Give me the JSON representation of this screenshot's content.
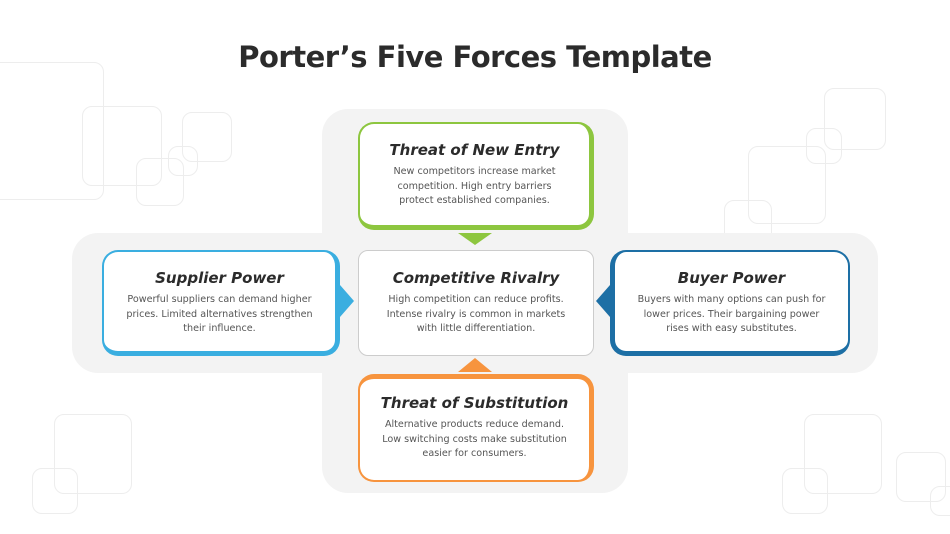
{
  "title": "Porter’s Five Forces Template",
  "colors": {
    "green": "#8dc63f",
    "light_blue": "#3aaee0",
    "dark_blue": "#1d6fa5",
    "orange": "#f7943e",
    "center_border": "#cccccc",
    "background_panel": "#f3f3f3"
  },
  "forces": {
    "new_entry": {
      "title": "Threat of New Entry",
      "text": "New competitors increase market competition. High entry barriers protect established companies."
    },
    "supplier": {
      "title": "Supplier Power",
      "text": "Powerful suppliers can demand higher prices. Limited alternatives strengthen their influence."
    },
    "rivalry": {
      "title": "Competitive Rivalry",
      "text": "High competition can reduce profits. Intense rivalry is common in markets with little differentiation."
    },
    "buyer": {
      "title": "Buyer Power",
      "text": "Buyers with many options can push for lower prices. Their bargaining power rises with easy substitutes."
    },
    "substitution": {
      "title": "Threat of Substitution",
      "text": "Alternative products reduce demand. Low switching costs make substitution easier for consumers."
    }
  }
}
